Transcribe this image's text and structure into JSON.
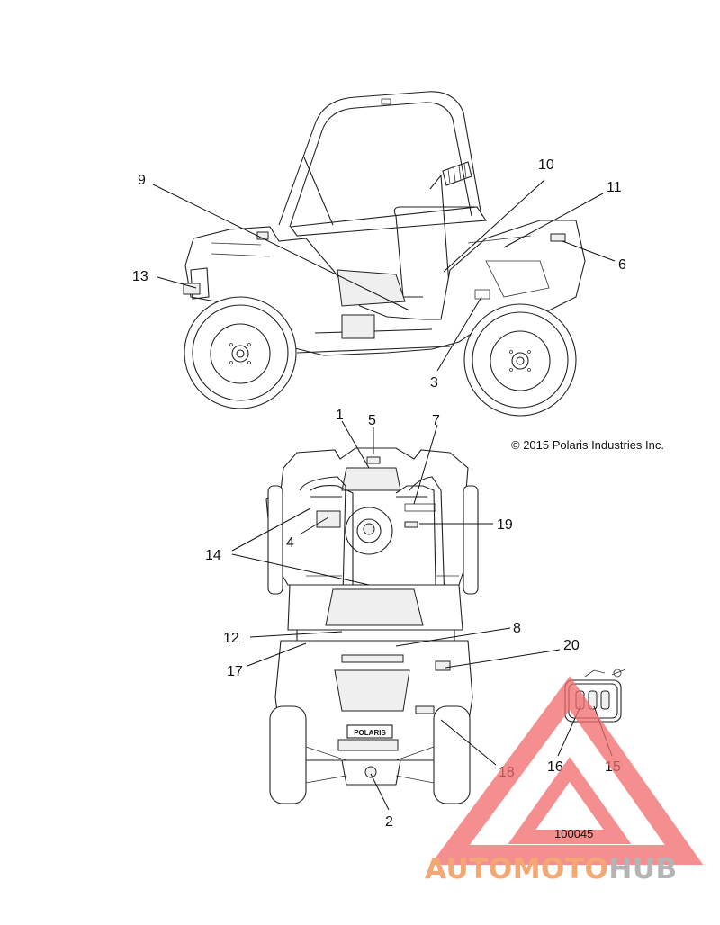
{
  "copyright": "© 2015 Polaris Industries Inc.",
  "figure_number": "100045",
  "brand_text": "POLARIS",
  "watermark": {
    "part1": "AUTOMOTO",
    "part2": "HUB",
    "color_primary": "#f2a774",
    "color_secondary": "#b4b4b4",
    "triangle_color": "#f26a6a"
  },
  "callouts": {
    "c1": "1",
    "c2": "2",
    "c3": "3",
    "c4": "4",
    "c5": "5",
    "c6": "6",
    "c7": "7",
    "c8": "8",
    "c9": "9",
    "c10": "10",
    "c11": "11",
    "c12": "12",
    "c13": "13",
    "c14": "14",
    "c15": "15",
    "c16": "16",
    "c17": "17",
    "c18": "18",
    "c19": "19",
    "c20": "20"
  }
}
